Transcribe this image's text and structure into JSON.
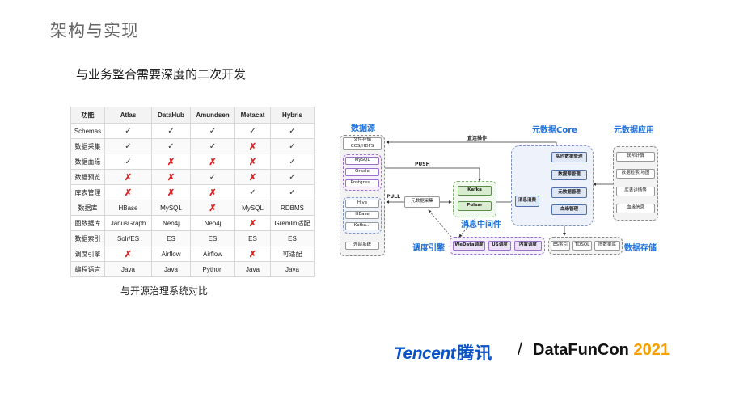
{
  "slide": {
    "title": "架构与实现",
    "subtitle": "与业务整合需要深度的二次开发",
    "caption": "与开源治理系统对比"
  },
  "table": {
    "headers": [
      "功能",
      "Atlas",
      "DataHub",
      "Amundsen",
      "Metacat",
      "Hybris"
    ],
    "rows": [
      [
        "Schemas",
        "✓",
        "✓",
        "✓",
        "✓",
        "✓"
      ],
      [
        "数据采集",
        "✓",
        "✓",
        "✓",
        "✗",
        "✓"
      ],
      [
        "数据血缘",
        "✓",
        "✗",
        "✗",
        "✗",
        "✓"
      ],
      [
        "数据预览",
        "✗",
        "✗",
        "✓",
        "✗",
        "✓"
      ],
      [
        "库表管理",
        "✗",
        "✗",
        "✗",
        "✓",
        "✓"
      ],
      [
        "数据库",
        "HBase",
        "MySQL",
        "✗",
        "MySQL",
        "RDBMS"
      ],
      [
        "图数据库",
        "JanusGraph",
        "Neo4j",
        "Neo4j",
        "✗",
        "Gremlin适配"
      ],
      [
        "数据索引",
        "Solr/ES",
        "ES",
        "ES",
        "ES",
        "ES"
      ],
      [
        "调度引擎",
        "✗",
        "Airflow",
        "Airflow",
        "✗",
        "可适配"
      ],
      [
        "编程语言",
        "Java",
        "Java",
        "Python",
        "Java",
        "Java"
      ]
    ]
  },
  "diagram": {
    "sections": {
      "sources": "数据源",
      "core": "元数据Core",
      "apps": "元数据应用",
      "middleware": "消息中间件",
      "scheduler": "调度引擎",
      "storage": "数据存储"
    },
    "source_nodes": {
      "file_store": "文件存储\nCOS/HDFS",
      "mysql": "MySQL",
      "oracle": "Oracle",
      "postgres": "Postgres...",
      "hive": "Hive",
      "hbase": "HBase",
      "kafka": "Kafka...",
      "external": "外部系统"
    },
    "collector": "元数据采集",
    "mq": [
      "Kafka",
      "Pulsar"
    ],
    "consumer": "消息消费",
    "core_nodes": [
      "实时数据管理",
      "数据源管理",
      "元数据管理",
      "血缘管理"
    ],
    "app_nodes": [
      "联邦计算",
      "数据检索/地图",
      "库表详情等",
      "血缘信息"
    ],
    "scheduler_nodes": [
      "WeData调度",
      "US调度",
      "内置调度"
    ],
    "storage_nodes": [
      "ES索引",
      "TDSQL",
      "图数据库"
    ],
    "edge_labels": {
      "direct": "直连操作",
      "push": "PUSH",
      "pull": "PULL"
    }
  },
  "footer": {
    "tencent_en": "Tencent",
    "tencent_cn": "腾讯",
    "slash": "/",
    "datafuncon": "DataFunCon",
    "year": "2021"
  },
  "colors": {
    "accent_blue": "#1e6fd9",
    "cross_red": "#e02020",
    "tencent_blue": "#0a52c5",
    "year_orange": "#f5a000"
  }
}
